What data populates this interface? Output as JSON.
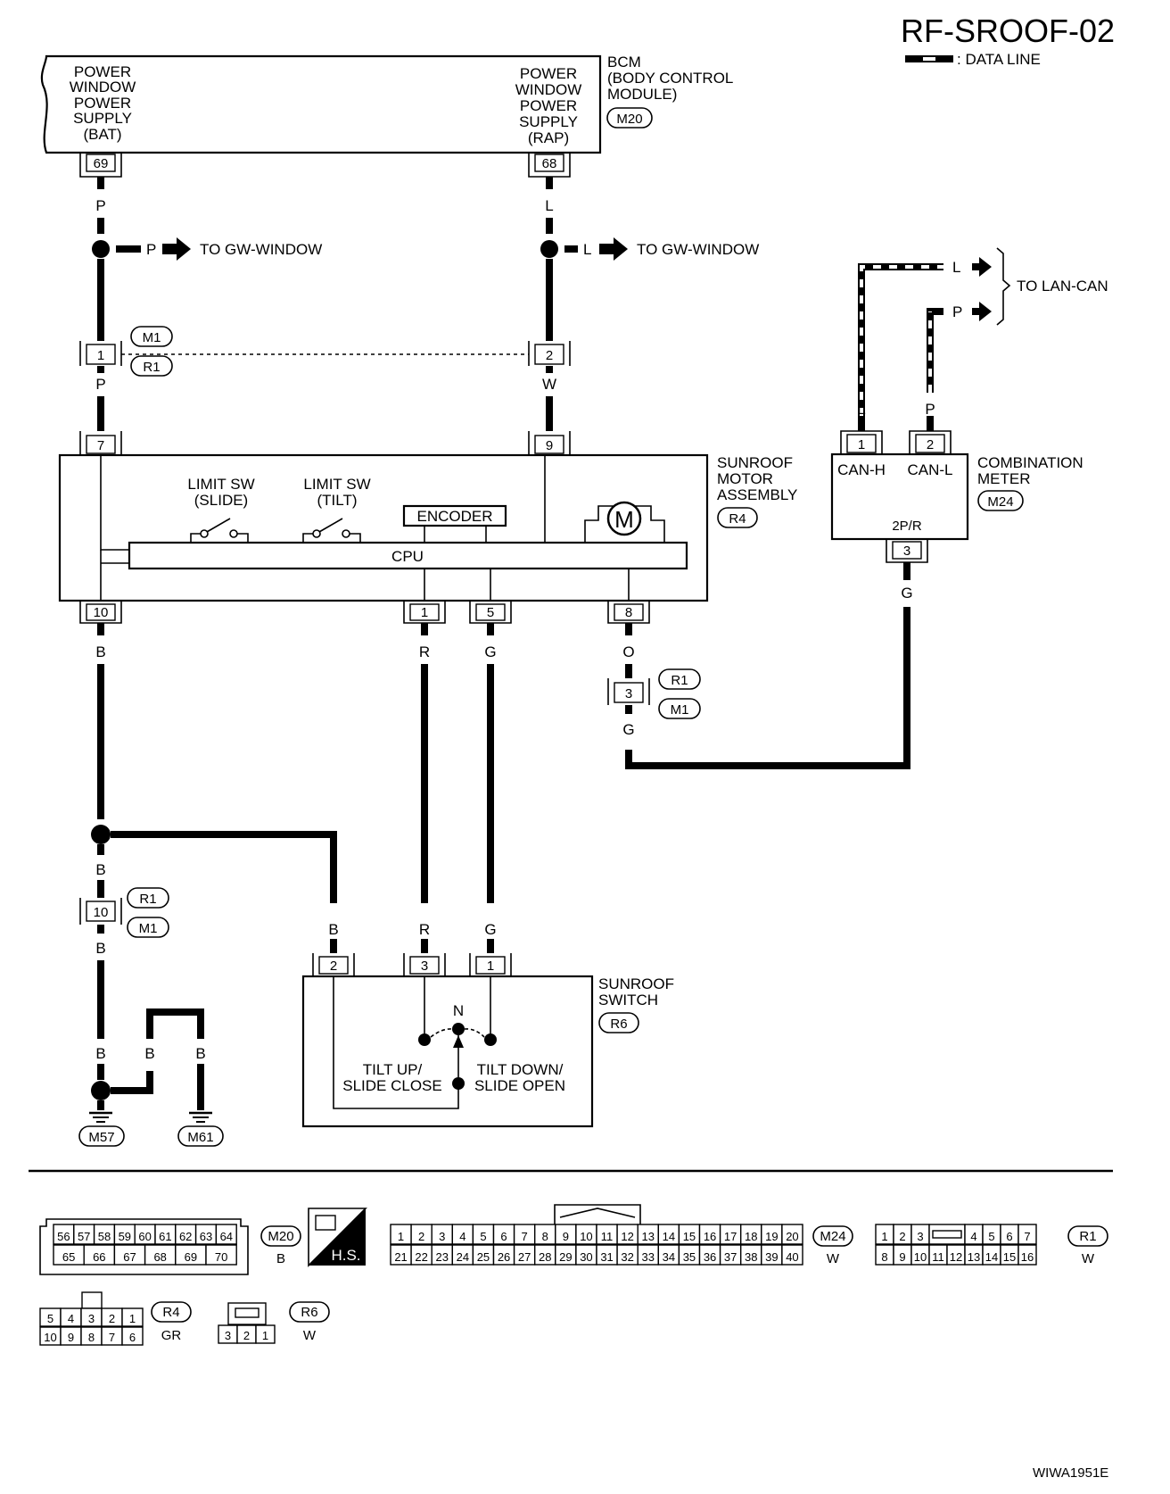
{
  "diagram_id": "RF-SROOF-02",
  "legend_data_line": ": DATA LINE",
  "image_code": "WIWA1951E",
  "bcm": {
    "name": "BCM",
    "desc_line1": "(BODY CONTROL",
    "desc_line2": "MODULE)",
    "connector": "M20",
    "left_label": [
      "POWER",
      "WINDOW",
      "POWER",
      "SUPPLY",
      "(BAT)"
    ],
    "right_label": [
      "POWER",
      "WINDOW",
      "POWER",
      "SUPPLY",
      "(RAP)"
    ],
    "pin_bat": "69",
    "pin_rap": "68"
  },
  "gw_window": {
    "p_text": "P",
    "l_text": "L",
    "to_text": "TO GW-WINDOW"
  },
  "joint_m1_r1": {
    "pin1": "1",
    "pin2": "2",
    "conn_a": "M1",
    "conn_b": "R1"
  },
  "motor": {
    "name": [
      "SUNROOF",
      "MOTOR",
      "ASSEMBLY"
    ],
    "connector": "R4",
    "limit_slide": [
      "LIMIT SW",
      "(SLIDE)"
    ],
    "limit_tilt": [
      "LIMIT SW",
      "(TILT)"
    ],
    "encoder": "ENCODER",
    "motor_symbol": "M",
    "cpu": "CPU",
    "pins": {
      "p7": "7",
      "p9": "9",
      "p10": "10",
      "p1": "1",
      "p5": "5",
      "p8": "8"
    }
  },
  "meter": {
    "name": [
      "COMBINATION",
      "METER"
    ],
    "connector": "M24",
    "can_h": "CAN-H",
    "can_l": "CAN-L",
    "pin1": "1",
    "pin2": "2",
    "pin3": "3",
    "type": "2P/R"
  },
  "lan_can": {
    "l_text": "L",
    "p_text": "P",
    "to_text": "TO LAN-CAN"
  },
  "joint_r1_m1_3": {
    "pin": "3",
    "conn_a": "R1",
    "conn_b": "M1"
  },
  "joint_r1_m1_10": {
    "pin": "10",
    "conn_a": "R1",
    "conn_b": "M1"
  },
  "switch": {
    "name": [
      "SUNROOF",
      "SWITCH"
    ],
    "connector": "R6",
    "pin2": "2",
    "pin3": "3",
    "pin1": "1",
    "neutral": "N",
    "left_text": [
      "TILT UP/",
      "SLIDE CLOSE"
    ],
    "right_text": [
      "TILT DOWN/",
      "SLIDE OPEN"
    ]
  },
  "grounds": {
    "g1": "M57",
    "g2": "M61"
  },
  "wire_colors": {
    "bat_top": "P",
    "bat_mid": "P",
    "rap_top": "L",
    "rap_mid": "W",
    "can_l": "L",
    "can_p": "P",
    "ground_10": "B",
    "r_wire": "R",
    "g_wire": "G",
    "o_wire": "O",
    "g_wire2": "G",
    "meter_g": "G",
    "b_after_joint": "B",
    "b_below_joint": "B",
    "b_ground1": "B",
    "b_ground2a": "B",
    "b_ground2b": "B",
    "sw_b": "B",
    "sw_r": "R",
    "sw_g": "G"
  },
  "connector_faces": {
    "m20": {
      "label": "M20",
      "color": "B",
      "row1": [
        "56",
        "57",
        "58",
        "59",
        "60",
        "61",
        "62",
        "63",
        "64"
      ],
      "row2": [
        "65",
        "66",
        "67",
        "68",
        "69",
        "70"
      ]
    },
    "hs": {
      "label": "H.S."
    },
    "m24": {
      "label": "M24",
      "color": "W",
      "row1": [
        "1",
        "2",
        "3",
        "4",
        "5",
        "6",
        "7",
        "8",
        "9",
        "10",
        "11",
        "12",
        "13",
        "14",
        "15",
        "16",
        "17",
        "18",
        "19",
        "20"
      ],
      "row2": [
        "21",
        "22",
        "23",
        "24",
        "25",
        "26",
        "27",
        "28",
        "29",
        "30",
        "31",
        "32",
        "33",
        "34",
        "35",
        "36",
        "37",
        "38",
        "39",
        "40"
      ]
    },
    "r1": {
      "label": "R1",
      "color": "W",
      "row1": [
        "1",
        "2",
        "3",
        "",
        "4",
        "5",
        "6",
        "7"
      ],
      "row2": [
        "8",
        "9",
        "10",
        "11",
        "12",
        "13",
        "14",
        "15",
        "16"
      ]
    },
    "r4": {
      "label": "R4",
      "color": "GR",
      "row1": [
        "5",
        "4",
        "3",
        "2",
        "1"
      ],
      "row2": [
        "10",
        "9",
        "8",
        "7",
        "6"
      ]
    },
    "r6": {
      "label": "R6",
      "color": "W",
      "row1": [
        "3",
        "2",
        "1"
      ]
    }
  }
}
